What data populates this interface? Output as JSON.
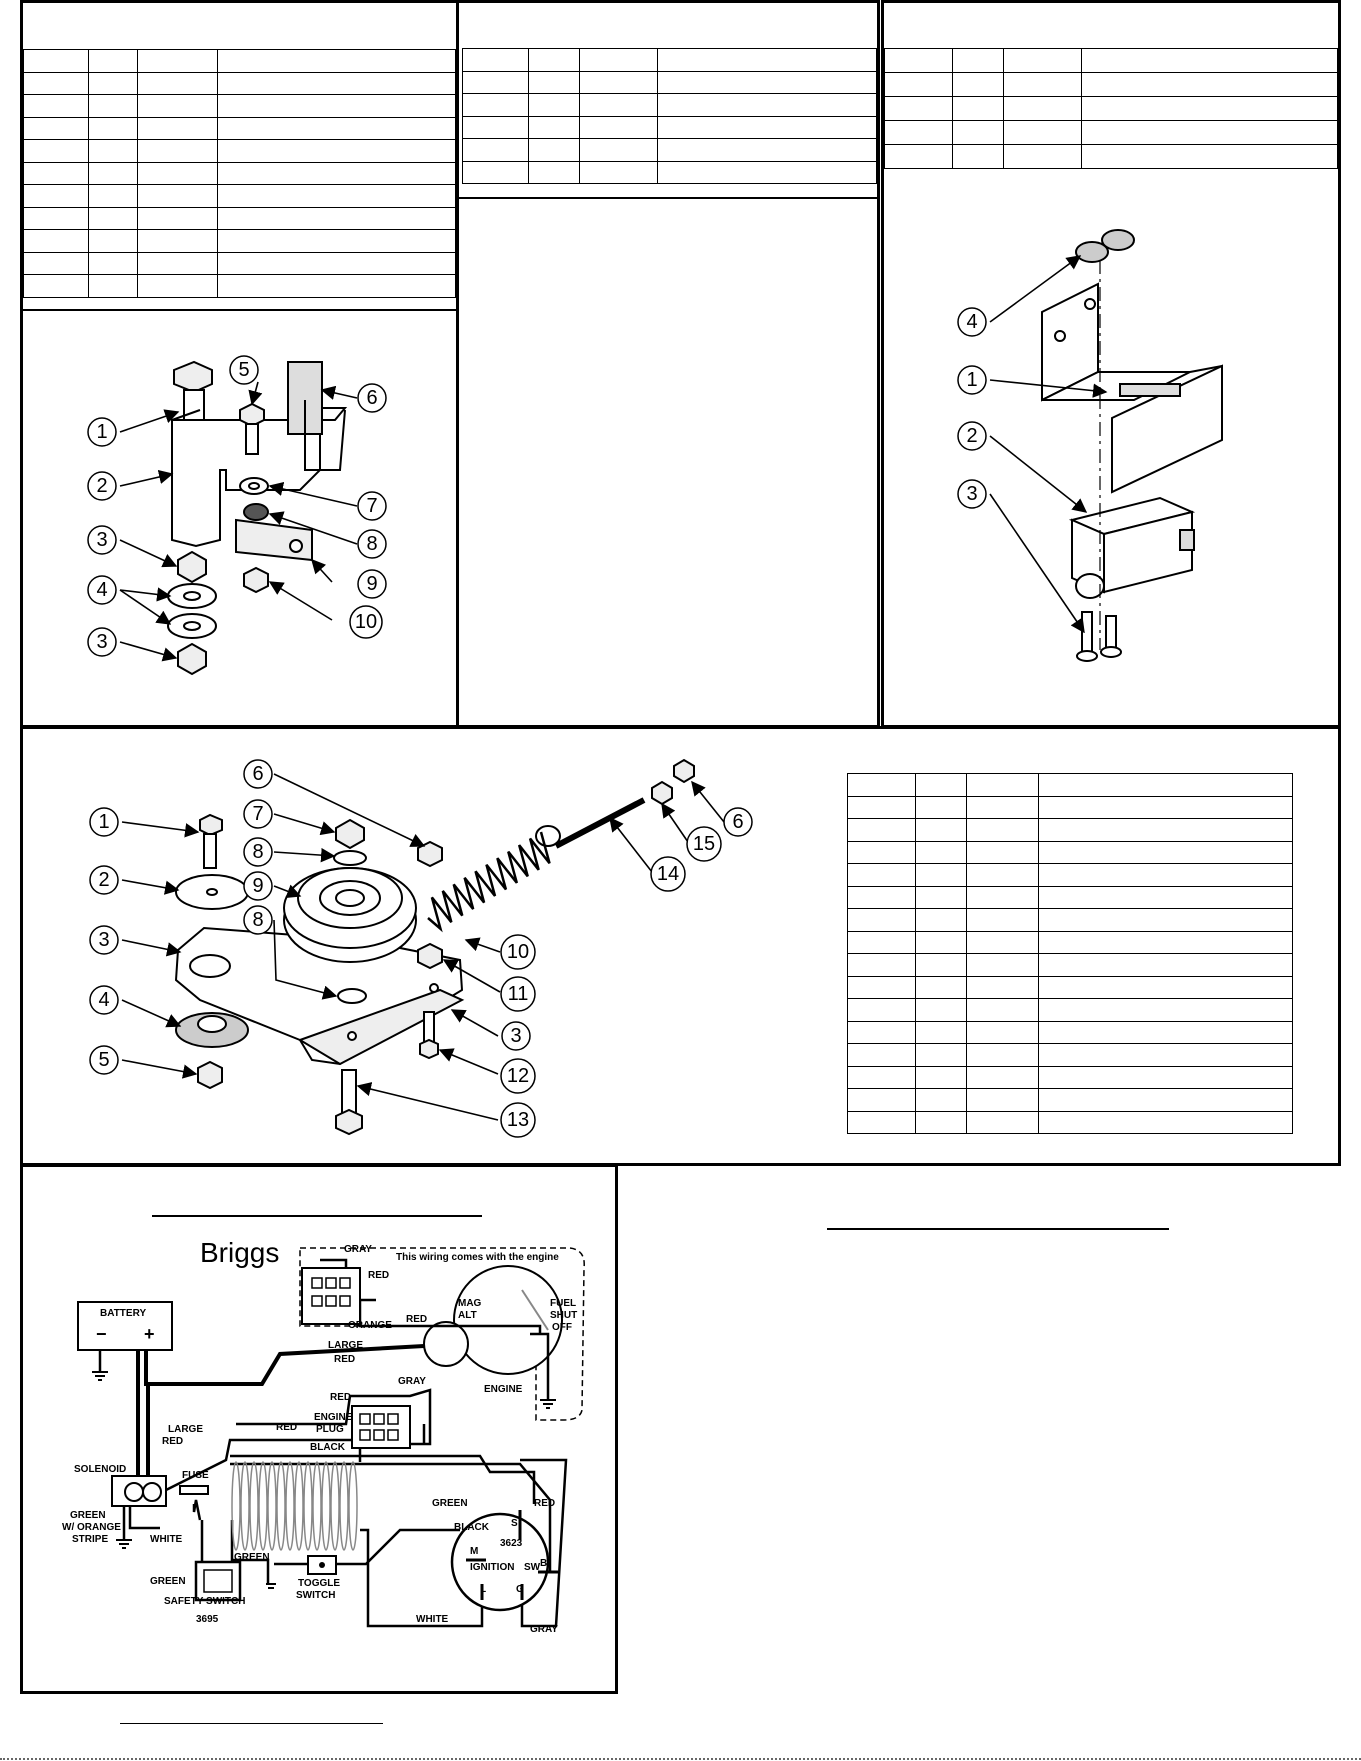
{
  "callouts": {
    "n1": "1",
    "n2": "2",
    "n3": "3",
    "n4": "4",
    "n5": "5",
    "n6": "6",
    "n7": "7",
    "n8": "8",
    "n9": "9",
    "n10": "10",
    "n11": "11",
    "n12": "12",
    "n13": "13",
    "n14": "14",
    "n15": "15"
  },
  "wiring": {
    "brand": "Briggs",
    "note": "This wiring comes with the engine",
    "battery": "BATTERY",
    "minus": "−",
    "plus": "+",
    "solenoid": "SOLENOID",
    "fuse": "FUSE",
    "large_red_top": "LARGE",
    "large_red_top2": "RED",
    "large_red_left": "LARGE",
    "large_red_left2": "RED",
    "gray_top": "GRAY",
    "red_top": "RED",
    "red_top2": "RED",
    "orange": "ORANGE",
    "mag": "MAG",
    "alt": "ALT",
    "fuel1": "FUEL",
    "fuel2": "SHUT",
    "fuel3": "OFF",
    "engine": "ENGINE",
    "red_mid": "RED",
    "red_mid2": "RED",
    "gray_mid": "GRAY",
    "engine_plug1": "ENGINE",
    "engine_plug2": "PLUG",
    "black_plug": "BLACK",
    "green_right": "GREEN",
    "red_right": "RED",
    "black_sw": "BLACK",
    "s": "S",
    "num3623": "3623",
    "m": "M",
    "b": "B",
    "ignition": "IGNITION",
    "sw": "SW",
    "l": "L",
    "g": "G",
    "green_orange1": "GREEN",
    "green_orange2": "W/ ORANGE",
    "green_orange3": "STRIPE",
    "white_left": "WHITE",
    "green_a": "GREEN",
    "green_b": "GREEN",
    "safety": "SAFETY SWITCH",
    "num3695": "3695",
    "toggle1": "TOGGLE",
    "toggle2": "SWITCH",
    "white_bottom": "WHITE",
    "gray_bottom": "GRAY"
  }
}
